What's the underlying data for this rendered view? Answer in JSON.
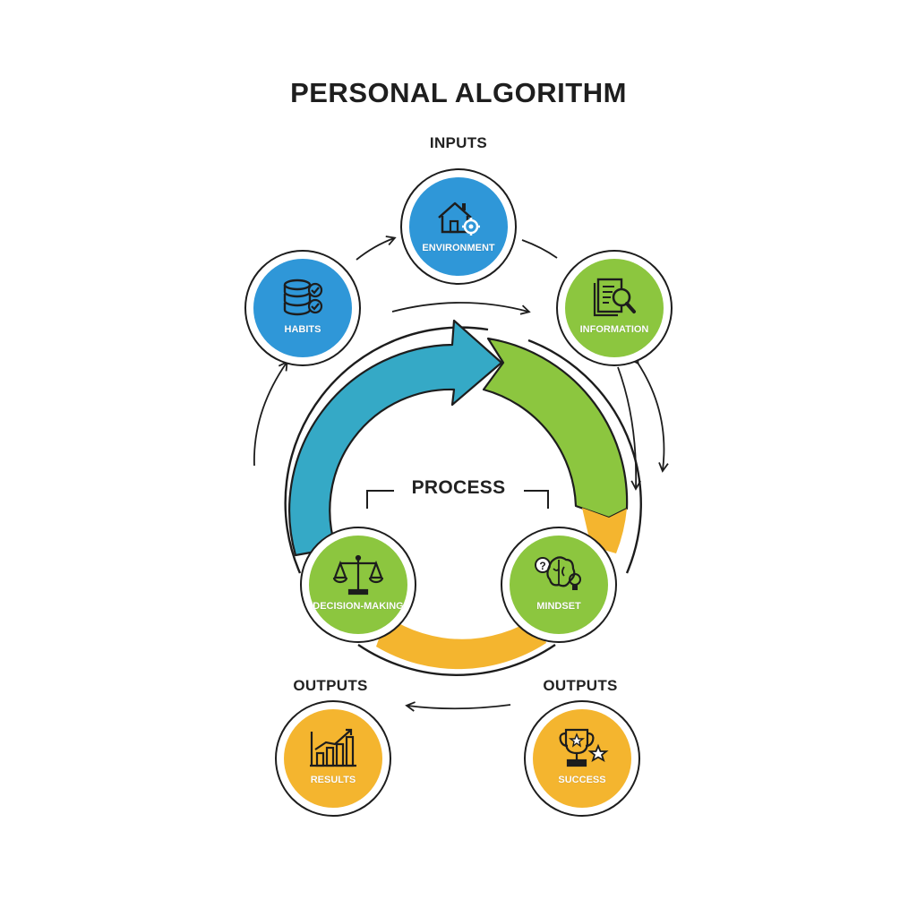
{
  "title": "PERSONAL ALGORITHM",
  "sections": {
    "inputs": "INPUTS",
    "process": "PROCESS",
    "outputs_left": "OUTPUTS",
    "outputs_right": "OUTPUTS"
  },
  "nodes": {
    "environment": {
      "label": "ENVIRONMENT",
      "icon": "house-gear-icon",
      "color": "#2f97d8"
    },
    "habits": {
      "label": "HABITS",
      "icon": "stack-checklist-icon",
      "color": "#2f97d8"
    },
    "information": {
      "label": "INFORMATION",
      "icon": "document-magnifier-icon",
      "color": "#8cc63f"
    },
    "decision_making": {
      "label": "DECISION-MAKING",
      "icon": "balance-scale-icon",
      "color": "#8cc63f"
    },
    "mindset": {
      "label": "MINDSET",
      "icon": "brain-lightbulb-icon",
      "color": "#8cc63f"
    },
    "results": {
      "label": "RESULTS",
      "icon": "bar-chart-icon",
      "color": "#f4b52f"
    },
    "success": {
      "label": "SUCCESS",
      "icon": "trophy-star-icon",
      "color": "#f4b52f"
    }
  },
  "colors": {
    "teal": "#35a9c6",
    "green": "#8cc63f",
    "orange": "#f4b52f",
    "ink": "#1d1d1d"
  }
}
